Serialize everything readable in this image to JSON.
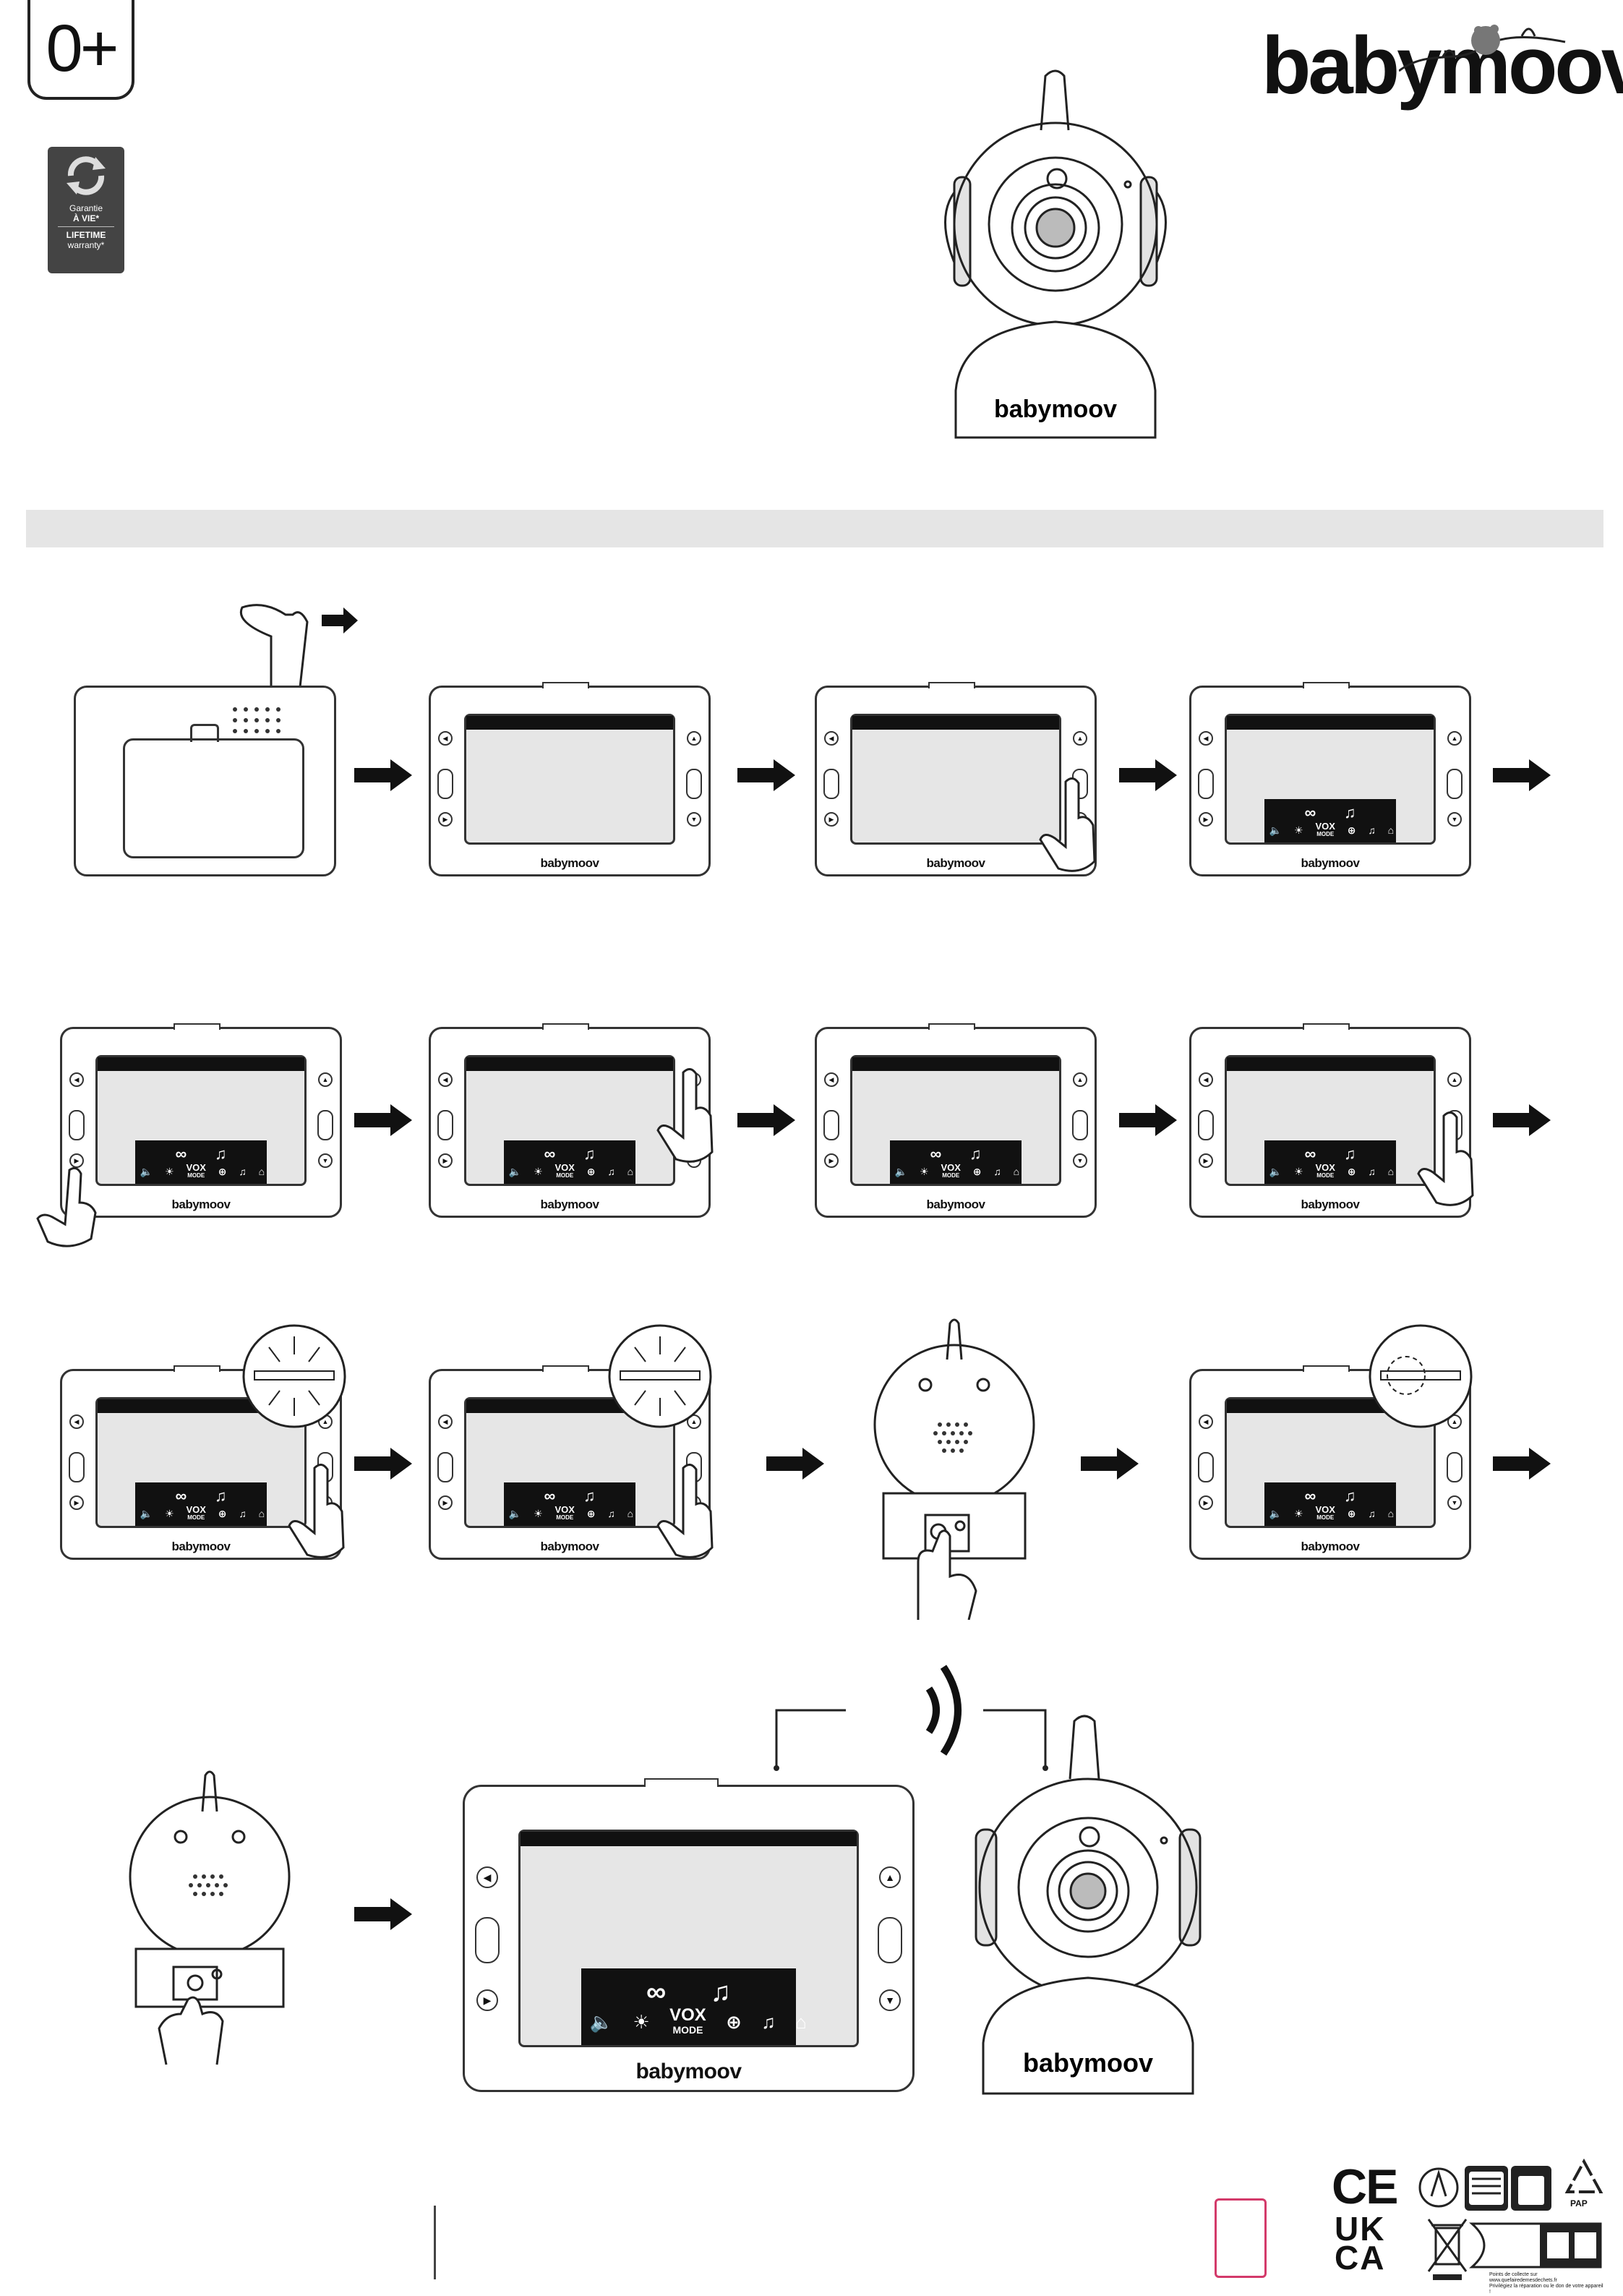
{
  "badges": {
    "age": "0+",
    "warranty_line1": "Garantie",
    "warranty_line2": "À VIE*",
    "warranty_line3": "LIFETIME",
    "warranty_line4": "warranty*"
  },
  "brand": {
    "name": "babymoov",
    "registered": "®"
  },
  "screen_menu": {
    "vox_top": "VOX",
    "vox_bottom": "MODE"
  },
  "certification": {
    "ce": "CE",
    "ukca_line1": "UK",
    "ukca_line2": "CA",
    "pap": "PAP",
    "recycle_note_line1": "Points de collecte sur www.quefairedemesdechets.fr",
    "recycle_note_line2": "Privilégiez la réparation ou le don de votre appareil !"
  },
  "colors": {
    "ink": "#222222",
    "screen": "#e6e6e6",
    "section_bar": "#e5e5e5",
    "pink_box": "#d33a6a",
    "badge_bg": "#444444"
  },
  "icons": [
    "hand-pointer-icon",
    "arrow-right-icon",
    "infinity-icon",
    "music-note-icon",
    "speaker-icon",
    "brightness-icon",
    "zoom-icon",
    "camera-icon",
    "signal-icon",
    "battery-icon",
    "home-icon",
    "sound-wave-icon",
    "recycle-icon",
    "weee-bin-icon"
  ]
}
